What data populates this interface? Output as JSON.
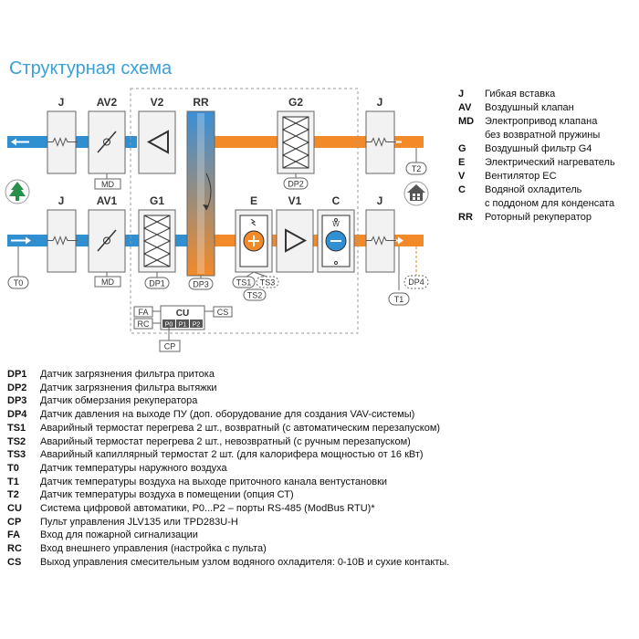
{
  "title": "Структурная схема",
  "colors": {
    "supply_air": "#2f8fd0",
    "exhaust_air": "#f28a2a",
    "title": "#3aa0d6",
    "recuperator_top": "#3b8fd6",
    "recuperator_bottom": "#f28a2a"
  },
  "icons": [
    "tree-icon",
    "house-icon",
    "arrow-left-icon",
    "arrow-right-icon"
  ],
  "diagram": {
    "top_row": {
      "j_left": "J",
      "av2": "AV2",
      "v2": "V2",
      "rr": "RR",
      "g2": "G2",
      "j_right": "J"
    },
    "bottom_row": {
      "j_left": "J",
      "av1": "AV1",
      "g1": "G1",
      "e": "E",
      "v1": "V1",
      "c": "C",
      "j_right": "J"
    },
    "md_top": "MD",
    "md_bottom": "MD",
    "c_w": "W",
    "sensors": {
      "dp1": "DP1",
      "dp2": "DP2",
      "dp3": "DP3",
      "dp4": "DP4",
      "ts1": "TS1",
      "ts2": "TS2",
      "ts3": "TS3",
      "t0": "T0",
      "t1": "T1",
      "t2": "T2"
    },
    "controller": {
      "fa": "FA",
      "rc": "RC",
      "cu": "CU",
      "cs": "CS",
      "p0": "P0",
      "p1": "P1",
      "p2": "P2",
      "cp": "CP"
    }
  },
  "legend_right": [
    {
      "code": "J",
      "desc": "Гибкая вставка"
    },
    {
      "code": "AV",
      "desc": "Воздушный клапан"
    },
    {
      "code": "MD",
      "desc": "Электропривод клапана"
    },
    {
      "code": "",
      "desc": "без возвратной пружины"
    },
    {
      "code": "G",
      "desc": "Воздушный фильтр G4"
    },
    {
      "code": "E",
      "desc": "Электрический нагреватель"
    },
    {
      "code": "V",
      "desc": "Вентилятор EC"
    },
    {
      "code": "C",
      "desc": "Водяной охладитель"
    },
    {
      "code": "",
      "desc": "с поддоном для конденсата"
    },
    {
      "code": "RR",
      "desc": "Роторный рекуператор"
    }
  ],
  "legend_bottom": [
    {
      "code": "DP1",
      "desc": "Датчик загрязнения фильтра притока"
    },
    {
      "code": "DP2",
      "desc": "Датчик загрязнения фильтра вытяжки"
    },
    {
      "code": "DP3",
      "desc": "Датчик обмерзания рекуператора"
    },
    {
      "code": "DP4",
      "desc": "Датчик давления на выходе ПУ (доп. оборудование для создания VAV-системы)"
    },
    {
      "code": "TS1",
      "desc": "Аварийный термостат перегрева 2 шт., возвратный (с автоматическим перезапуском)"
    },
    {
      "code": "TS2",
      "desc": "Аварийный термостат перегрева 2 шт., невозвратный (с ручным перезапуском)"
    },
    {
      "code": "TS3",
      "desc": "Аварийный капиллярный термостат 2 шт. (для калорифера мощностью от 16 кВт)"
    },
    {
      "code": "T0",
      "desc": "Датчик температуры наружного воздуха"
    },
    {
      "code": "T1",
      "desc": "Датчик температуры воздуха на выходе приточного канала вентустановки"
    },
    {
      "code": "T2",
      "desc": "Датчик температуры воздуха в помещении (опция СТ)"
    },
    {
      "code": "CU",
      "desc": "Система цифровой автоматики, P0...P2 – порты RS-485 (ModBus RTU)*"
    },
    {
      "code": "CP",
      "desc": "Пульт управления JLV135 или TPD283U-H"
    },
    {
      "code": "FA",
      "desc": "Вход для пожарной сигнализации"
    },
    {
      "code": "RC",
      "desc": "Вход внешнего управления (настройка с пульта)"
    },
    {
      "code": "CS",
      "desc": "Выход управления смесительным узлом водяного охладителя: 0-10В и сухие контакты."
    }
  ]
}
